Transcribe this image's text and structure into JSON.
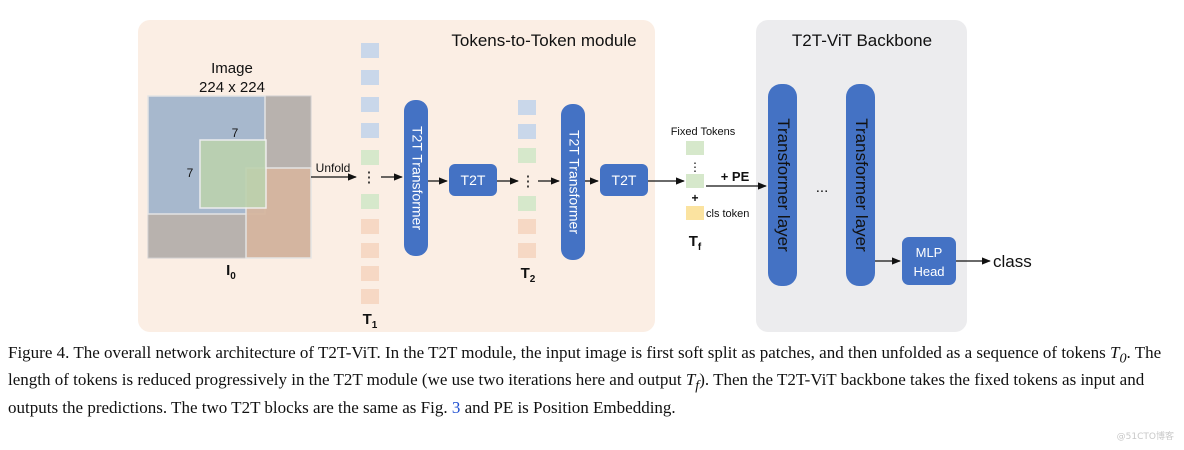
{
  "modules": {
    "t2t_title": "Tokens-to-Token module",
    "backbone_title": "T2T-ViT Backbone"
  },
  "image": {
    "title_line1": "Image",
    "title_line2": "224 x 224",
    "patch_size_top": "7",
    "patch_size_left": "7",
    "label": "I",
    "label_sub": "0"
  },
  "labels": {
    "unfold": "Unfold",
    "t1": "T",
    "t1_sub": "1",
    "t2": "T",
    "t2_sub": "2",
    "tf": "T",
    "tf_sub": "f",
    "fixed_tokens": "Fixed Tokens",
    "plus_pe": "+ PE",
    "plus": "+",
    "cls_token": "cls token",
    "ellipsis": "...",
    "vdots": "⋮",
    "class_out": "class"
  },
  "blocks": {
    "t2t_transformer": "T2T Transformer",
    "t2t": "T2T",
    "transformer_layer": "Transformer layer",
    "mlp_line1": "MLP",
    "mlp_line2": "Head"
  },
  "colors": {
    "t2t_bg": "#fbeee4",
    "backbone_bg": "#ececee",
    "block_blue": "#4472c4",
    "token_blue": "#c9d7ea",
    "token_green": "#d6e8cb",
    "token_orange": "#f6d8c4",
    "cls_yellow": "#fbe3a0"
  },
  "caption": {
    "part1": "Figure 4. The overall network architecture of T2T-ViT. In the T2T module, the input image is first soft split as patches, and then unfolded as a sequence of tokens ",
    "t0": "T",
    "t0_sub": "0",
    "part2": ". The length of tokens is reduced progressively in the T2T module (we use two iterations here and output ",
    "tf": "T",
    "tf_sub": "f",
    "part3": "). Then the T2T-ViT backbone takes the fixed tokens as input and outputs the predictions. The two T2T blocks are the same as Fig. ",
    "fig_ref": "3",
    "part4": " and PE is Position Embedding."
  },
  "watermark": "@51CTO博客"
}
